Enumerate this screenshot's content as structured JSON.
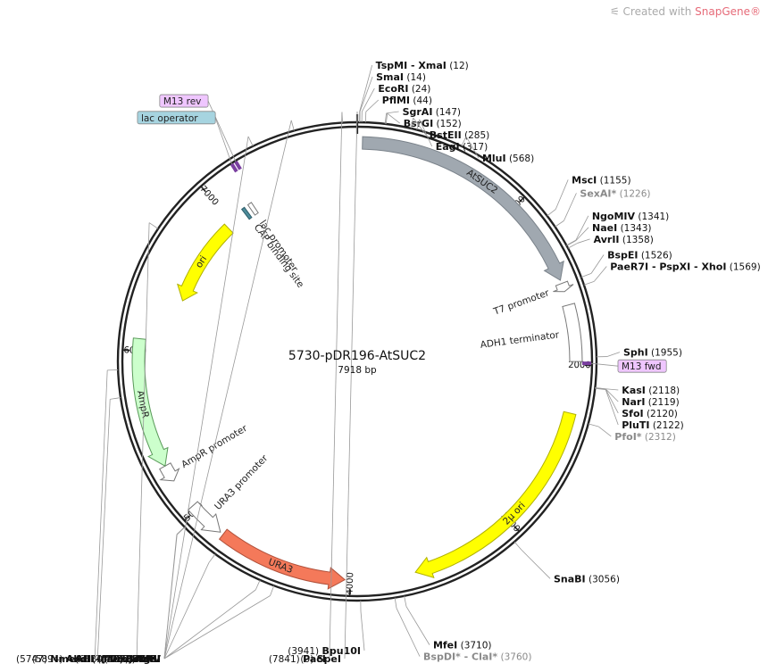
{
  "watermark": {
    "prefix": "Created with ",
    "brand": "SnapGene®"
  },
  "plasmid": {
    "name": "5730-pDR196-AtSUC2",
    "length": "7918 bp"
  },
  "ticks": [
    {
      "bp": 1000,
      "label": "1000"
    },
    {
      "bp": 2000,
      "label": "2000"
    },
    {
      "bp": 3000,
      "label": "3000"
    },
    {
      "bp": 4000,
      "label": "4000"
    },
    {
      "bp": 5000,
      "label": "5000"
    },
    {
      "bp": 6000,
      "label": "6000"
    },
    {
      "bp": 7000,
      "label": "7000"
    }
  ],
  "enzymes": [
    {
      "name": "SpeI",
      "pos": "(0)",
      "bp": 0,
      "side": "left",
      "gray": false
    },
    {
      "name": "PacI",
      "pos": "(7841)",
      "bp": 7841,
      "side": "left",
      "gray": false
    },
    {
      "name": "AgeI",
      "pos": "(7582)",
      "bp": 7582,
      "side": "left",
      "gray": false
    },
    {
      "name": "BssHII",
      "pos": "(7350)",
      "bp": 7350,
      "side": "left",
      "gray": false
    },
    {
      "name": "DrdI",
      "pos": "(6680)",
      "bp": 6680,
      "side": "left",
      "gray": false
    },
    {
      "name": "AhdI",
      "pos": "(5894)",
      "bp": 5894,
      "side": "left",
      "gray": false
    },
    {
      "name": "NmeAIII",
      "pos": "(5747)",
      "bp": 5747,
      "side": "left",
      "gray": false
    },
    {
      "name": "AatII",
      "pos": "(4975)",
      "bp": 4975,
      "side": "left",
      "gray": false
    },
    {
      "name": "ZraI",
      "pos": "(4973)",
      "bp": 4973,
      "side": "left",
      "gray": false
    },
    {
      "name": "NdeI",
      "pos": "(4759)",
      "bp": 4759,
      "side": "left",
      "gray": false
    },
    {
      "name": "EcoRV",
      "pos": "(4486)",
      "bp": 4486,
      "side": "left",
      "gray": false
    },
    {
      "name": "BstBI",
      "pos": "(4407)",
      "bp": 4407,
      "side": "left",
      "gray": false
    },
    {
      "name": "Bpu10I",
      "pos": "(3941)",
      "bp": 3941,
      "side": "left",
      "gray": false
    },
    {
      "name": "TspMI - XmaI",
      "pos": "(12)",
      "bp": 12,
      "side": "right",
      "gray": false
    },
    {
      "name": "SmaI",
      "pos": "(14)",
      "bp": 14,
      "side": "right",
      "gray": false
    },
    {
      "name": "EcoRI",
      "pos": "(24)",
      "bp": 24,
      "side": "right",
      "gray": false
    },
    {
      "name": "PflMI",
      "pos": "(44)",
      "bp": 44,
      "side": "right",
      "gray": false
    },
    {
      "name": "SgrAI",
      "pos": "(147)",
      "bp": 147,
      "side": "right",
      "gray": false
    },
    {
      "name": "BsrGI",
      "pos": "(152)",
      "bp": 152,
      "side": "right",
      "gray": false
    },
    {
      "name": "BstEII",
      "pos": "(285)",
      "bp": 285,
      "side": "right",
      "gray": false
    },
    {
      "name": "EagI",
      "pos": "(317)",
      "bp": 317,
      "side": "right",
      "gray": false
    },
    {
      "name": "MluI",
      "pos": "(568)",
      "bp": 568,
      "side": "right",
      "gray": false
    },
    {
      "name": "MscI",
      "pos": "(1155)",
      "bp": 1155,
      "side": "right",
      "gray": false
    },
    {
      "name": "SexAI*",
      "pos": "(1226)",
      "bp": 1226,
      "side": "right",
      "gray": true
    },
    {
      "name": "NgoMIV",
      "pos": "(1341)",
      "bp": 1341,
      "side": "right",
      "gray": false
    },
    {
      "name": "NaeI",
      "pos": "(1343)",
      "bp": 1343,
      "side": "right",
      "gray": false
    },
    {
      "name": "AvrII",
      "pos": "(1358)",
      "bp": 1358,
      "side": "right",
      "gray": false
    },
    {
      "name": "BspEI",
      "pos": "(1526)",
      "bp": 1526,
      "side": "right",
      "gray": false
    },
    {
      "name": "PaeR7I - PspXI - XhoI",
      "pos": "(1569)",
      "bp": 1569,
      "side": "right",
      "gray": false
    },
    {
      "name": "SphI",
      "pos": "(1955)",
      "bp": 1955,
      "side": "right",
      "gray": false
    },
    {
      "name": "KasI",
      "pos": "(2118)",
      "bp": 2118,
      "side": "right",
      "gray": false
    },
    {
      "name": "NarI",
      "pos": "(2119)",
      "bp": 2119,
      "side": "right",
      "gray": false
    },
    {
      "name": "SfoI",
      "pos": "(2120)",
      "bp": 2120,
      "side": "right",
      "gray": false
    },
    {
      "name": "PluTI",
      "pos": "(2122)",
      "bp": 2122,
      "side": "right",
      "gray": false
    },
    {
      "name": "PfoI*",
      "pos": "(2312)",
      "bp": 2312,
      "side": "right",
      "gray": true
    },
    {
      "name": "SnaBI",
      "pos": "(3056)",
      "bp": 3056,
      "side": "right",
      "gray": false
    },
    {
      "name": "MfeI",
      "pos": "(3710)",
      "bp": 3710,
      "side": "right",
      "gray": false
    },
    {
      "name": "BspDI* - ClaI*",
      "pos": "(3760)",
      "bp": 3760,
      "side": "right",
      "gray": true
    }
  ],
  "features": [
    {
      "label": "AtSUC2",
      "start": 30,
      "end": 1500,
      "dir": "cw",
      "color": "#a0a8b0",
      "stroke": "#7a828a",
      "ring": 0
    },
    {
      "label": "T7 promoter",
      "start": 1520,
      "end": 1570,
      "dir": "cw",
      "color": "#ffffff",
      "stroke": "#777777",
      "ring": 0
    },
    {
      "label": "ADH1 terminator",
      "start": 1650,
      "end": 1980,
      "dir": "none",
      "color": "#ffffff",
      "stroke": "#777777",
      "ring": 0
    },
    {
      "label": "2µ ori",
      "start": 2280,
      "end": 3620,
      "dir": "cw",
      "color": "#ffff00",
      "stroke": "#b0b000",
      "ring": 0
    },
    {
      "label": "URA3",
      "start": 4030,
      "end": 4790,
      "dir": "ccw",
      "color": "#f4795a",
      "stroke": "#b0503a",
      "ring": 0
    },
    {
      "label": "URA3 promoter",
      "start": 4810,
      "end": 5030,
      "dir": "ccw",
      "color": "#ffffff",
      "stroke": "#777777",
      "ring": 0
    },
    {
      "label": "AmpR promoter",
      "start": 5210,
      "end": 5310,
      "dir": "ccw",
      "color": "#ffffff",
      "stroke": "#777777",
      "ring": 0
    },
    {
      "label": "AmpR",
      "start": 5310,
      "end": 6070,
      "dir": "ccw",
      "color": "#ccffcc",
      "stroke": "#5a9a5a",
      "ring": 0
    },
    {
      "label": "ori",
      "start": 6360,
      "end": 6950,
      "dir": "ccw",
      "color": "#ffff00",
      "stroke": "#b0b000",
      "ring": 1
    },
    {
      "label": "lac promoter",
      "start": 7150,
      "end": 7178,
      "dir": "none",
      "color": "#ffffff",
      "stroke": "#777777",
      "ring": 1
    },
    {
      "label": "CAP binding site",
      "start": 7100,
      "end": 7122,
      "dir": "none",
      "color": "#4d8c9a",
      "stroke": "#2d5c6a",
      "ring": 1
    }
  ],
  "primers": [
    {
      "label": "M13 rev",
      "bp": 7230,
      "color": "#efc6ff"
    },
    {
      "label": "lac operator",
      "bp": 7205,
      "color": "#a6d4e0"
    },
    {
      "label": "M13 fwd",
      "bp": 1990,
      "color": "#efc6ff"
    }
  ]
}
